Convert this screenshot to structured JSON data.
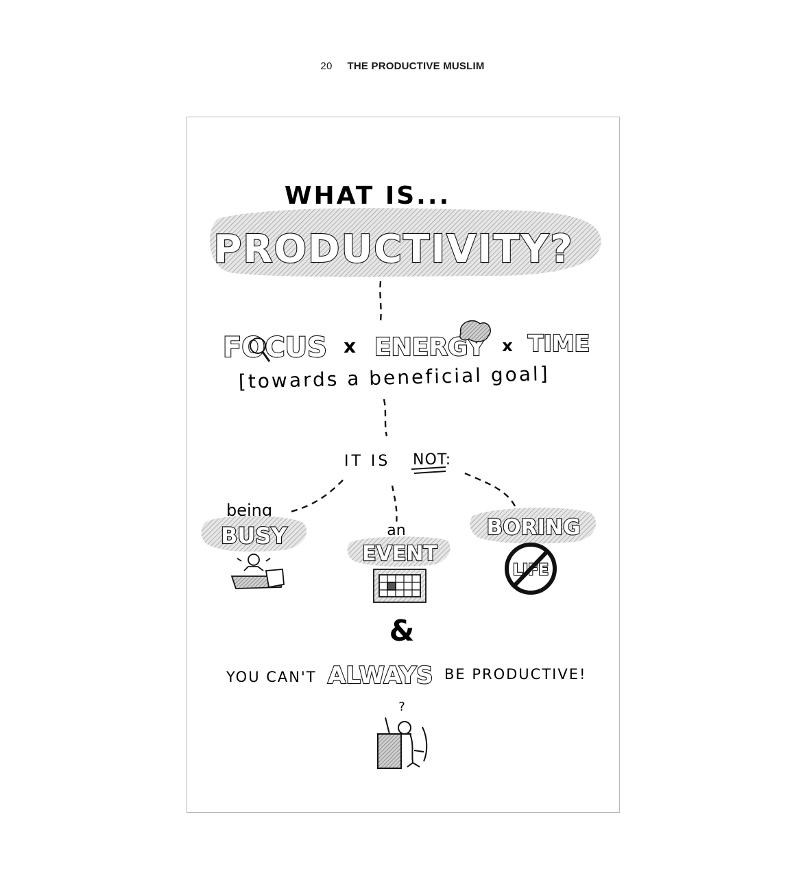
{
  "running_head": {
    "page_number": "20",
    "book_title": "THE PRODUCTIVE MUSLIM"
  },
  "sketch": {
    "heading_small": "WHAT IS...",
    "heading_big": "PRODUCTIVITY?",
    "formula": {
      "focus": "FOCUS",
      "times_1": "x",
      "energy": "ENERGY",
      "times_2": "x",
      "time": "TIME"
    },
    "formula_note": "[towards a beneficial goal]",
    "it_is_not_prefix": "IT IS",
    "it_is_not_word": "NOT:",
    "item_1_small": "being",
    "item_1_big": "BUSY",
    "item_2_small": "an",
    "item_2_big": "EVENT",
    "item_3_big": "BORING",
    "item_3_icon_label": "LIFE",
    "ampersand": "&",
    "closing": {
      "part_1": "YOU CAN'T",
      "emphasis": "ALWAYS",
      "part_2": "BE PRODUCTIVE!"
    },
    "question_mark": "?"
  }
}
